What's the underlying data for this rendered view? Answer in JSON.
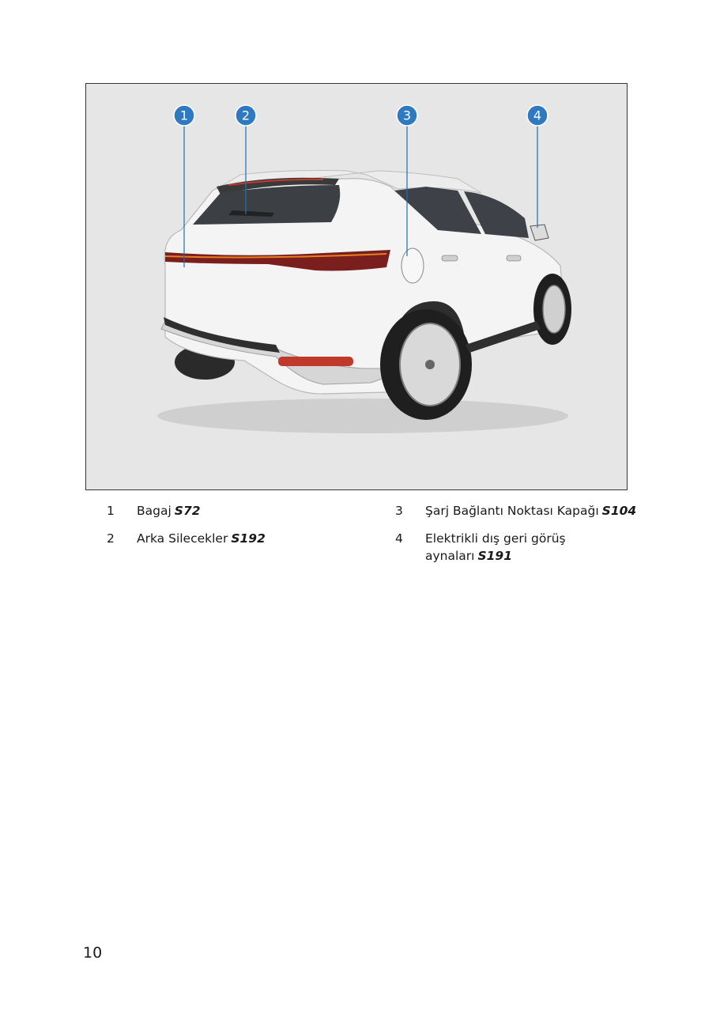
{
  "figure": {
    "image": "rear-three-quarter-view-of-white-suv",
    "callouts": [
      "1",
      "2",
      "3",
      "4"
    ]
  },
  "legend": [
    {
      "num": "1",
      "text": "Bagaj",
      "ref": "S72"
    },
    {
      "num": "2",
      "text": "Arka Silecekler",
      "ref": "S192"
    },
    {
      "num": "3",
      "text": "Şarj Bağlantı Noktası Kapağı",
      "ref": "S104"
    },
    {
      "num": "4",
      "line1": "Elektrikli dış geri görüş",
      "text": "aynaları",
      "ref": "S191"
    }
  ],
  "page_number": "10"
}
